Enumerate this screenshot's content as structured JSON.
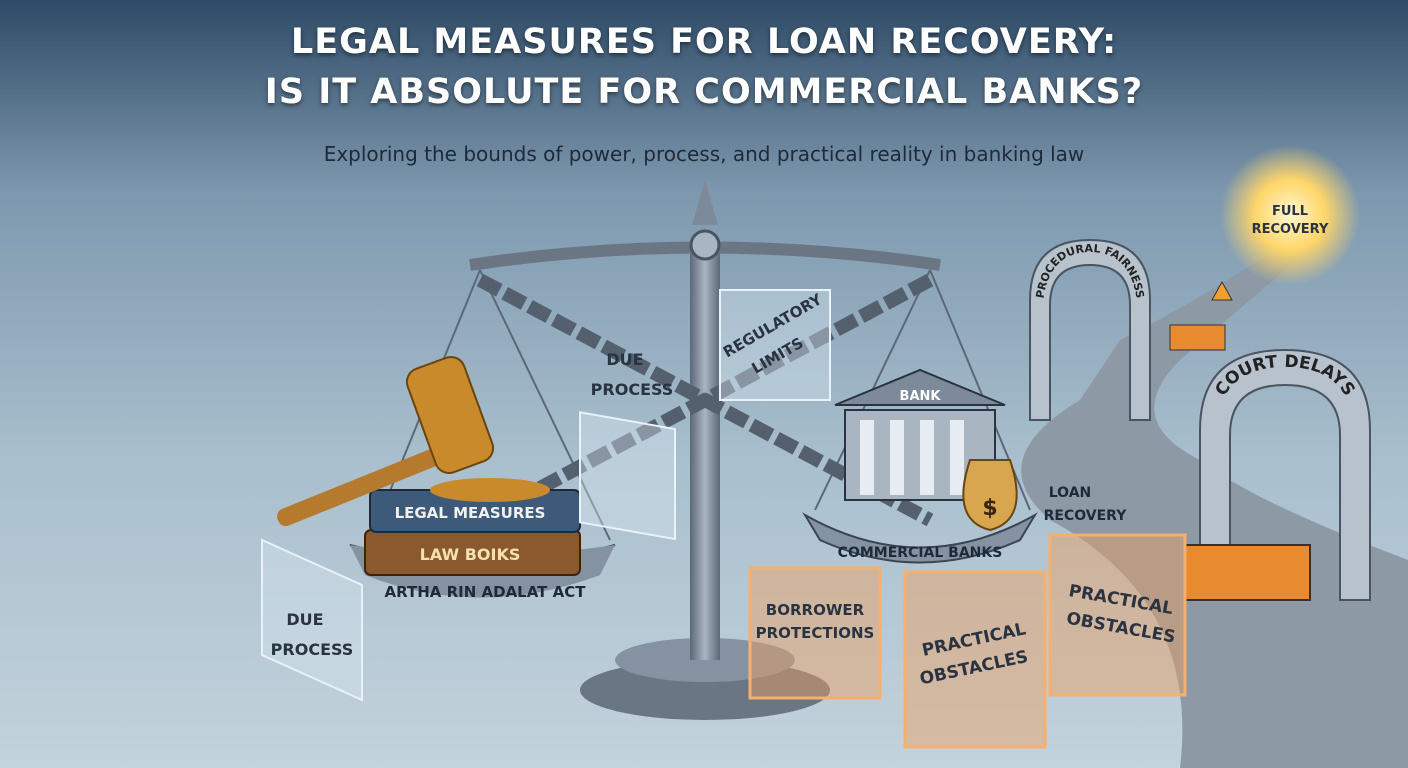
{
  "header": {
    "title_line1": "LEGAL MEASURES FOR LOAN RECOVERY:",
    "title_line2": "IS IT ABSOLUTE FOR COMMERCIAL BANKS?",
    "subtitle": "Exploring the bounds of power, process, and practical reality in banking law"
  },
  "scale_left": {
    "book_top": "LEGAL MEASURES",
    "book_bottom": "LAW BOIKS",
    "pan_label": "ARTHA RIN ADALAT ACT"
  },
  "scale_right": {
    "bank_label": "BANK",
    "money_symbol": "$",
    "loan_label_1": "LOAN",
    "loan_label_2": "RECOVERY",
    "pan_label": "COMMERCIAL BANKS"
  },
  "panels": {
    "due_process_top": [
      "DUE",
      "PROCESS"
    ],
    "regulatory_limits": [
      "REGULATORY",
      "LIMITS"
    ],
    "due_process_left": [
      "DUE",
      "PROCESS"
    ],
    "borrower_protections": [
      "BORROWER",
      "PROTECTIONS"
    ],
    "practical_obstacles_1": [
      "PRACTICAL",
      "OBSTACLES"
    ],
    "practical_obstacles_2": [
      "PRACTICAL",
      "OBSTACLES"
    ]
  },
  "road": {
    "arch_far": "PROCEDURAL FAIRNESS",
    "arch_near": "COURT DELAYS",
    "goal_1": "FULL",
    "goal_2": "RECOVERY"
  },
  "colors": {
    "sky_top": "#2e4a66",
    "sky": "#9fb6c6",
    "gold": "#f2b544",
    "orange_panel": "#f0a060",
    "steel": "#7d8a99"
  }
}
